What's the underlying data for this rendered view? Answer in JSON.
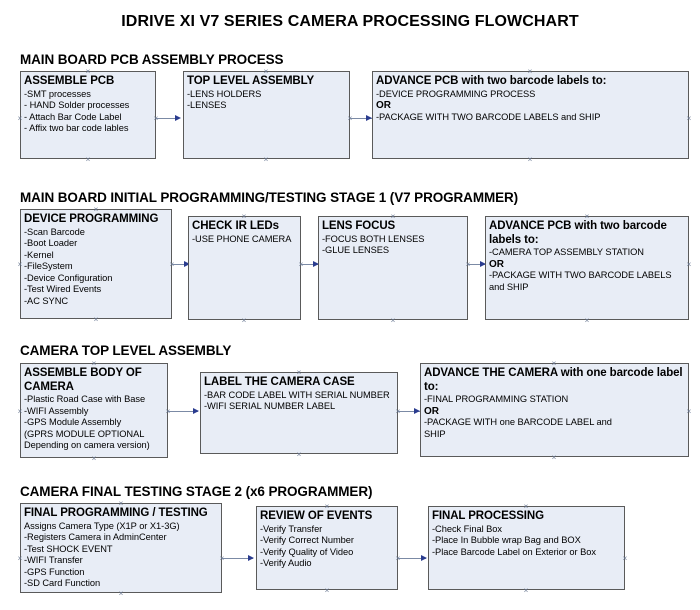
{
  "document": {
    "title": "IDRIVE XI V7 SERIES CAMERA PROCESSING FLOWCHART"
  },
  "style": {
    "node_fill": "#e8edf6",
    "node_border": "#5a5a5a",
    "connector": "#7b8aa5",
    "arrowhead": "#2a3c8f",
    "text": "#000000",
    "background": "#ffffff"
  },
  "sections": [
    {
      "id": "main-board-pcb-assembly-process",
      "header": "MAIN BOARD PCB ASSEMBLY PROCESS",
      "nodes": [
        {
          "id": "assemble-pcb",
          "title": "ASSEMBLE PCB",
          "lines": [
            "-SMT processes",
            "- HAND Solder processes",
            "- Attach Bar Code Label",
            "- Affix two bar code lables"
          ]
        },
        {
          "id": "top-level-assembly",
          "title": "TOP LEVEL ASSEMBLY",
          "lines": [
            "-LENS HOLDERS",
            "-LENSES"
          ]
        },
        {
          "id": "advance-pcb-two-barcode-labels",
          "title": "ADVANCE PCB with two barcode labels to:",
          "lines": [
            "-DEVICE PROGRAMMING PROCESS",
            "OR",
            "-PACKAGE WITH TWO BARCODE LABELS and SHIP"
          ],
          "bold_lines": [
            1
          ]
        }
      ]
    },
    {
      "id": "main-board-initial-programming-testing-stage-1",
      "header": "MAIN BOARD INITIAL PROGRAMMING/TESTING STAGE 1 (V7 PROGRAMMER)",
      "nodes": [
        {
          "id": "device-programming",
          "title": "DEVICE PROGRAMMING",
          "lines": [
            "-Scan Barcode",
            "-Boot Loader",
            "-Kernel",
            "-FileSystem",
            "-Device Configuration",
            "-Test Wired Events",
            "-AC SYNC"
          ]
        },
        {
          "id": "check-ir-leds",
          "title": "CHECK IR LEDs",
          "lines": [
            "-USE PHONE CAMERA"
          ]
        },
        {
          "id": "lens-focus",
          "title": "LENS FOCUS",
          "lines": [
            "-FOCUS BOTH LENSES",
            "-GLUE LENSES"
          ]
        },
        {
          "id": "advance-pcb-to-camera-top-assembly",
          "title": "ADVANCE PCB with two barcode labels to:",
          "lines": [
            "-CAMERA TOP ASSEMBLY STATION",
            "OR",
            "-PACKAGE WITH TWO BARCODE LABELS and SHIP"
          ],
          "bold_lines": [
            1
          ]
        }
      ]
    },
    {
      "id": "camera-top-level-assembly",
      "header": "CAMERA TOP LEVEL ASSEMBLY",
      "nodes": [
        {
          "id": "assemble-body-of-camera",
          "title": "ASSEMBLE BODY OF CAMERA",
          "lines": [
            "-Plastic Road Case with Base",
            "-WIFI Assembly",
            "-GPS Module Assembly",
            "(GPRS MODULE OPTIONAL",
            "Depending on camera version)"
          ]
        },
        {
          "id": "label-the-camera-case",
          "title": "LABEL THE CAMERA CASE",
          "lines": [
            "-BAR CODE LABEL WITH SERIAL NUMBER",
            "-WIFI SERIAL NUMBER LABEL"
          ]
        },
        {
          "id": "advance-the-camera-one-barcode-label",
          "title": "ADVANCE THE CAMERA with one barcode label to:",
          "lines": [
            "-FINAL PROGRAMMING STATION",
            "OR",
            "-PACKAGE WITH one BARCODE LABEL and SHIP"
          ],
          "bold_lines": [
            1
          ]
        }
      ]
    },
    {
      "id": "camera-final-testing-stage-2",
      "header": "CAMERA FINAL TESTING STAGE 2 (x6 PROGRAMMER)",
      "nodes": [
        {
          "id": "final-programming-testing",
          "title": "FINAL PROGRAMMING / TESTING",
          "lines": [
            "Assigns Camera Type (X1P or X1-3G)",
            "-Registers Camera in AdminCenter",
            "-Test SHOCK EVENT",
            "-WIFI Transfer",
            "-GPS Function",
            "-SD Card Function"
          ]
        },
        {
          "id": "review-of-events",
          "title": "REVIEW OF EVENTS",
          "lines": [
            "-Verify Transfer",
            "-Verify Correct Number",
            "-Verify Quality of Video",
            "-Verify Audio"
          ]
        },
        {
          "id": "final-processing",
          "title": "FINAL PROCESSING",
          "lines": [
            " -Check Final Box",
            "-Place In Bubble wrap Bag and BOX",
            "-Place Barcode Label on Exterior or Box"
          ]
        }
      ]
    }
  ]
}
